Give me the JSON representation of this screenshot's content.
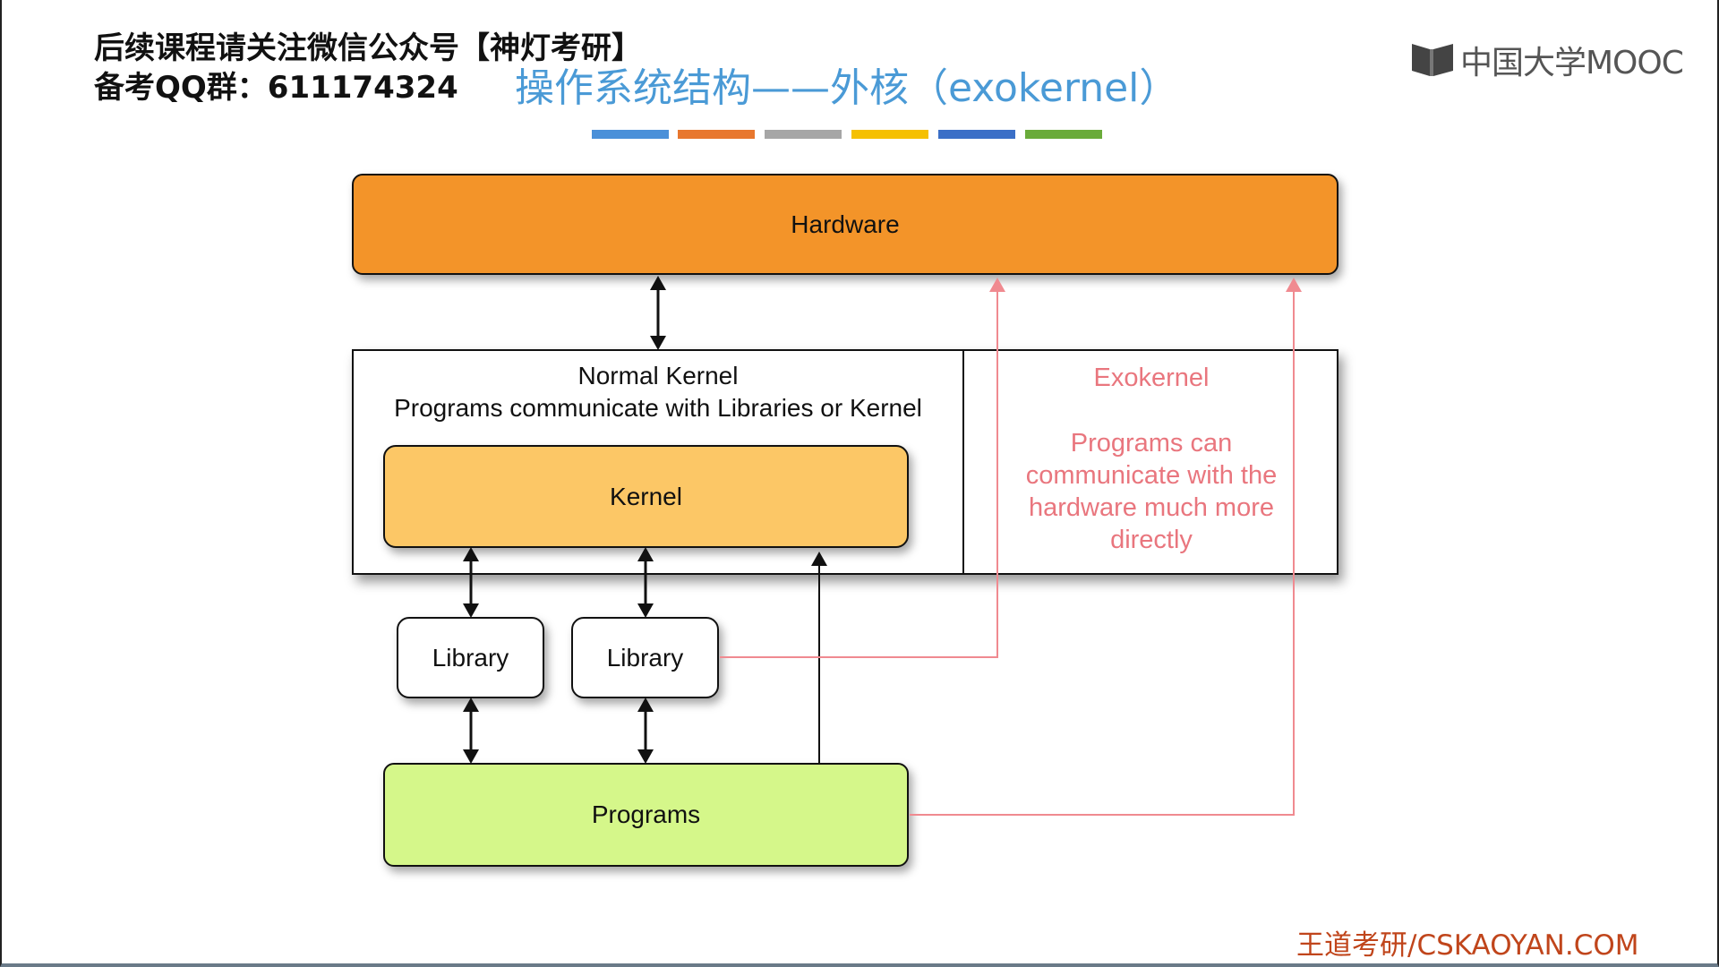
{
  "header": {
    "notice_line1": "后续课程请关注微信公众号【神灯考研】",
    "notice_line2": "备考QQ群：611174324",
    "title": "操作系统结构——外核（exokernel）",
    "color_bar": [
      "#4a90d9",
      "#e8772e",
      "#a6a6a6",
      "#f5c000",
      "#3b6fc7",
      "#6aab3a"
    ]
  },
  "logo": {
    "text": "中国大学MOOC"
  },
  "diagram": {
    "hardware": "Hardware",
    "normal_kernel_title": "Normal Kernel",
    "normal_kernel_subtitle": "Programs communicate with Libraries or Kernel",
    "kernel": "Kernel",
    "exokernel_title": "Exokernel",
    "exokernel_desc_line1": "Programs can",
    "exokernel_desc_line2": "communicate with the",
    "exokernel_desc_line3": "hardware much more",
    "exokernel_desc_line4": "directly",
    "library_1": "Library",
    "library_2": "Library",
    "programs": "Programs"
  },
  "footer": {
    "watermark": "王道考研/CSKAOYAN.COM"
  },
  "colors": {
    "hardware": "#f39429",
    "kernel": "#fcc766",
    "programs": "#d5f78a",
    "exokernel_text": "#e9767e",
    "title": "#4a9ad6"
  }
}
